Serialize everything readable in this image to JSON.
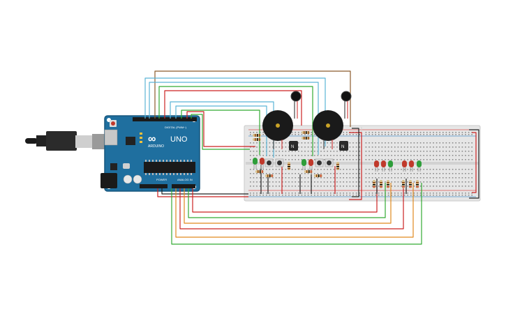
{
  "board": {
    "logo": "∞",
    "brand": "ARDUINO",
    "model": "UNO",
    "digital_header": "DIGITAL (PWM~)",
    "power_header": "POWER",
    "analog_header": "ANALOG IN"
  },
  "colors": {
    "board": "#1f6f9f",
    "board_dark": "#17577d",
    "breadboard": "#e6e6e6",
    "rail_red": "#d9534f",
    "rail_blue": "#4a90c8",
    "wire_brown": "#8b5a2b",
    "wire_cyan": "#5ab4d6",
    "wire_red": "#cc2222",
    "wire_green": "#33aa33",
    "wire_orange": "#e08a1e",
    "wire_black": "#222222",
    "led_red": "#c0392b",
    "led_green": "#2e9e3a",
    "buzzer": "#1a1a1a"
  },
  "components": {
    "buzzers": 2,
    "piezo_discs": 2,
    "transistors": 2,
    "pushbuttons": 4,
    "leds": [
      "green",
      "red",
      "green",
      "red",
      "red",
      "red",
      "green",
      "red",
      "red",
      "green"
    ]
  }
}
